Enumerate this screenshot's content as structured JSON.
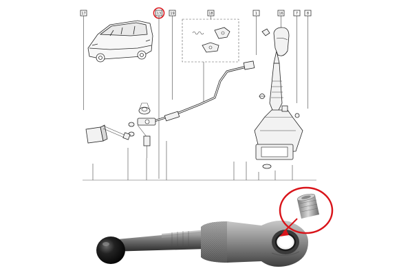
{
  "diagram": {
    "callouts": [
      {
        "id": "c17",
        "label": "17"
      },
      {
        "id": "c13",
        "label": "13",
        "highlight": true
      },
      {
        "id": "c19",
        "label": "19"
      },
      {
        "id": "c18",
        "label": "18"
      },
      {
        "id": "c1",
        "label": "1"
      },
      {
        "id": "c16",
        "label": "16"
      },
      {
        "id": "c7",
        "label": "7"
      },
      {
        "id": "c8",
        "label": "8"
      }
    ]
  },
  "colors": {
    "highlight": "#d9141a",
    "line": "#333333",
    "handle": "#6f6f6f",
    "knob": "#1b1b1b"
  }
}
